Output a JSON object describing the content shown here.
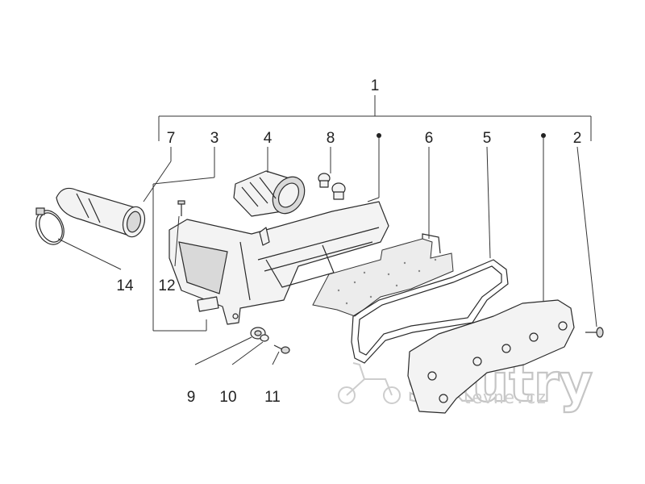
{
  "diagram": {
    "callouts": {
      "c1": "1",
      "c2": "2",
      "c3": "3",
      "c4": "4",
      "c5": "5",
      "c6": "6",
      "c7": "7",
      "c8": "8",
      "c9": "9",
      "c10": "10",
      "c11": "11",
      "c12": "12",
      "c14": "14"
    }
  },
  "watermark": {
    "brand": "skutry",
    "domain": "levne.cz"
  }
}
